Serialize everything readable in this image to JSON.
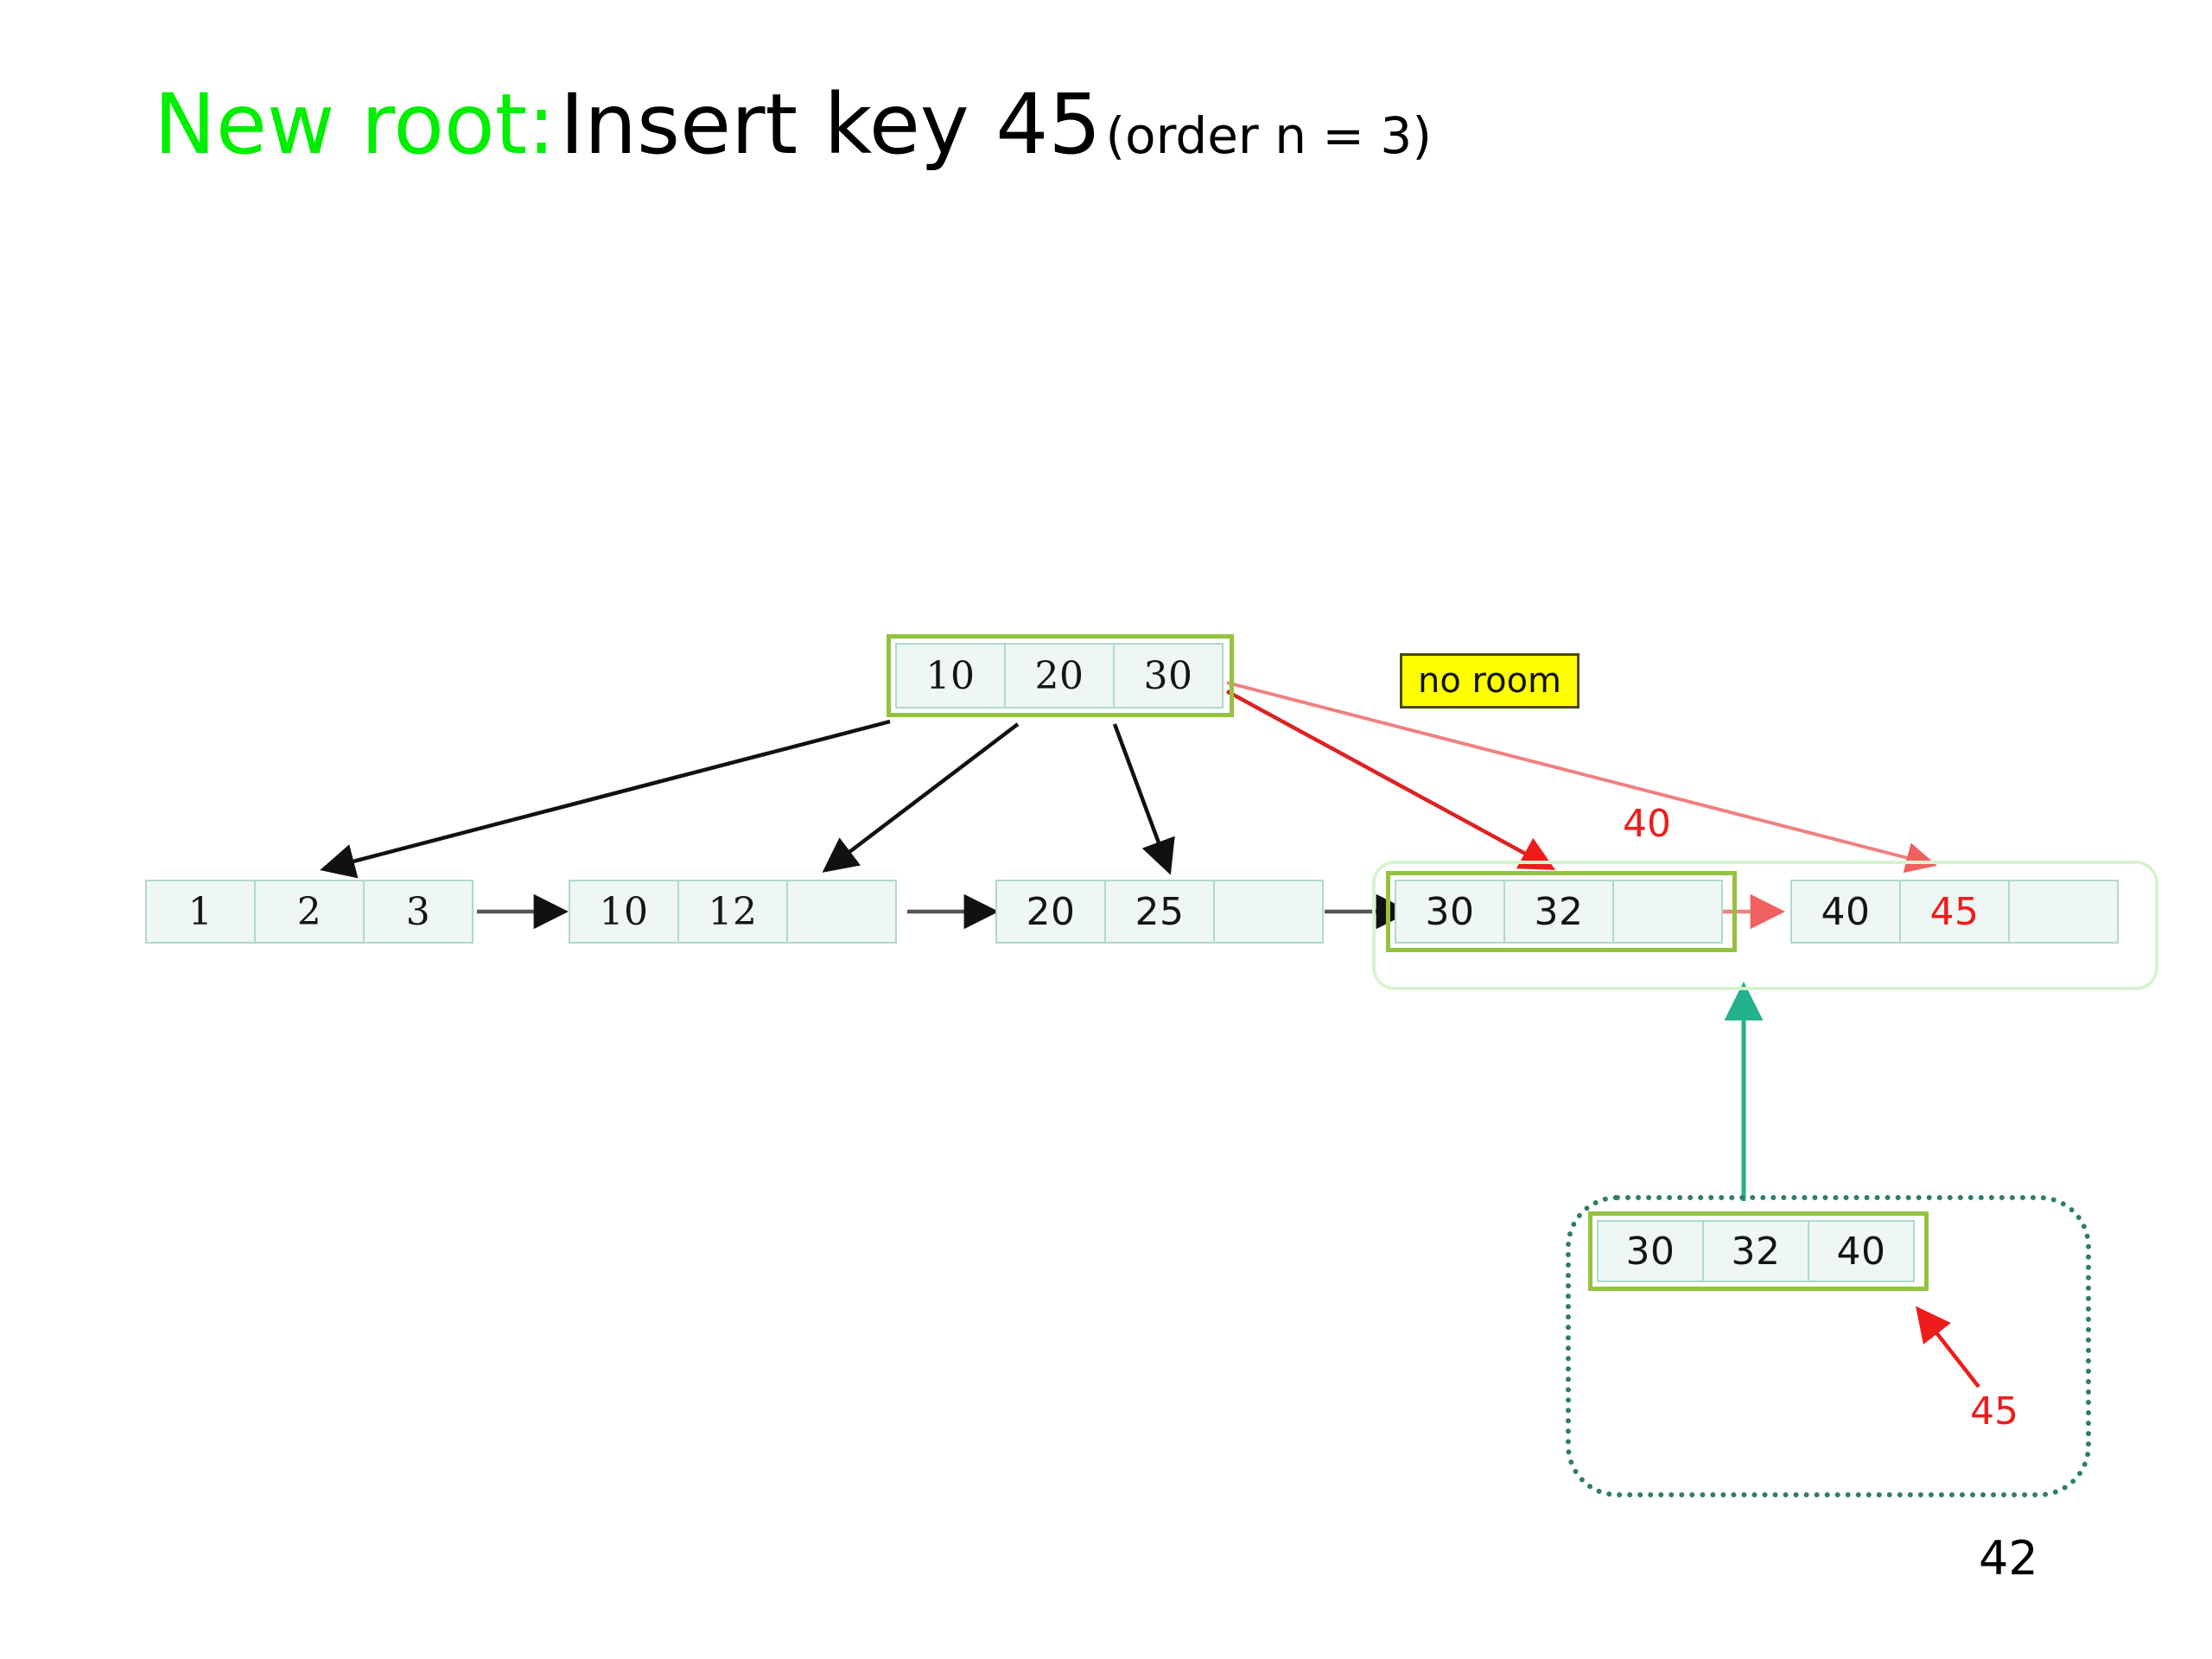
{
  "title": {
    "highlight": "New root:",
    "main": "Insert key 45",
    "order_note": "(order n = 3)",
    "highlight_color": "#00ef00"
  },
  "annotations": {
    "no_room_label": "no room",
    "no_room_bg": "#ffff00",
    "promoted_key_label": "40",
    "inserted_key_label": "45",
    "red_color": "#ee1c1c"
  },
  "tree": {
    "root": {
      "name": "root-node",
      "keys": [
        "10",
        "20",
        "30"
      ],
      "highlighted": true
    },
    "leaves": [
      {
        "name": "leaf-1-2-3",
        "cells": [
          {
            "text": "1",
            "color": "black"
          },
          {
            "text": "2",
            "color": "black"
          },
          {
            "text": "3",
            "color": "black"
          }
        ],
        "highlighted": false
      },
      {
        "name": "leaf-10-12",
        "cells": [
          {
            "text": "10",
            "color": "black"
          },
          {
            "text": "12",
            "color": "black"
          },
          {
            "text": "",
            "color": "black"
          }
        ],
        "highlighted": false
      },
      {
        "name": "leaf-20-25",
        "cells": [
          {
            "text": "20",
            "color": "black"
          },
          {
            "text": "25",
            "color": "black"
          },
          {
            "text": "",
            "color": "black"
          }
        ],
        "highlighted": false
      },
      {
        "name": "leaf-30-32",
        "cells": [
          {
            "text": "30",
            "color": "black"
          },
          {
            "text": "32",
            "color": "black"
          },
          {
            "text": "",
            "color": "black"
          }
        ],
        "highlighted": true
      },
      {
        "name": "leaf-40-45",
        "cells": [
          {
            "text": "40",
            "color": "black"
          },
          {
            "text": "45",
            "color": "red"
          },
          {
            "text": "",
            "color": "black"
          }
        ],
        "highlighted": false
      }
    ],
    "inset": {
      "name": "overflow-node",
      "keys": [
        "30",
        "32",
        "40"
      ],
      "highlighted": true
    }
  },
  "footer": {
    "page_number": "42"
  },
  "colors": {
    "cell_fill": "#eef7f3",
    "cell_border": "#aed9cc",
    "highlight_border": "#93c33e",
    "group_pale_border": "#d9f2cf",
    "group_dotted_border": "#2e7d6b",
    "teal_arrow": "#21b18b",
    "black_arrow": "#111111"
  }
}
